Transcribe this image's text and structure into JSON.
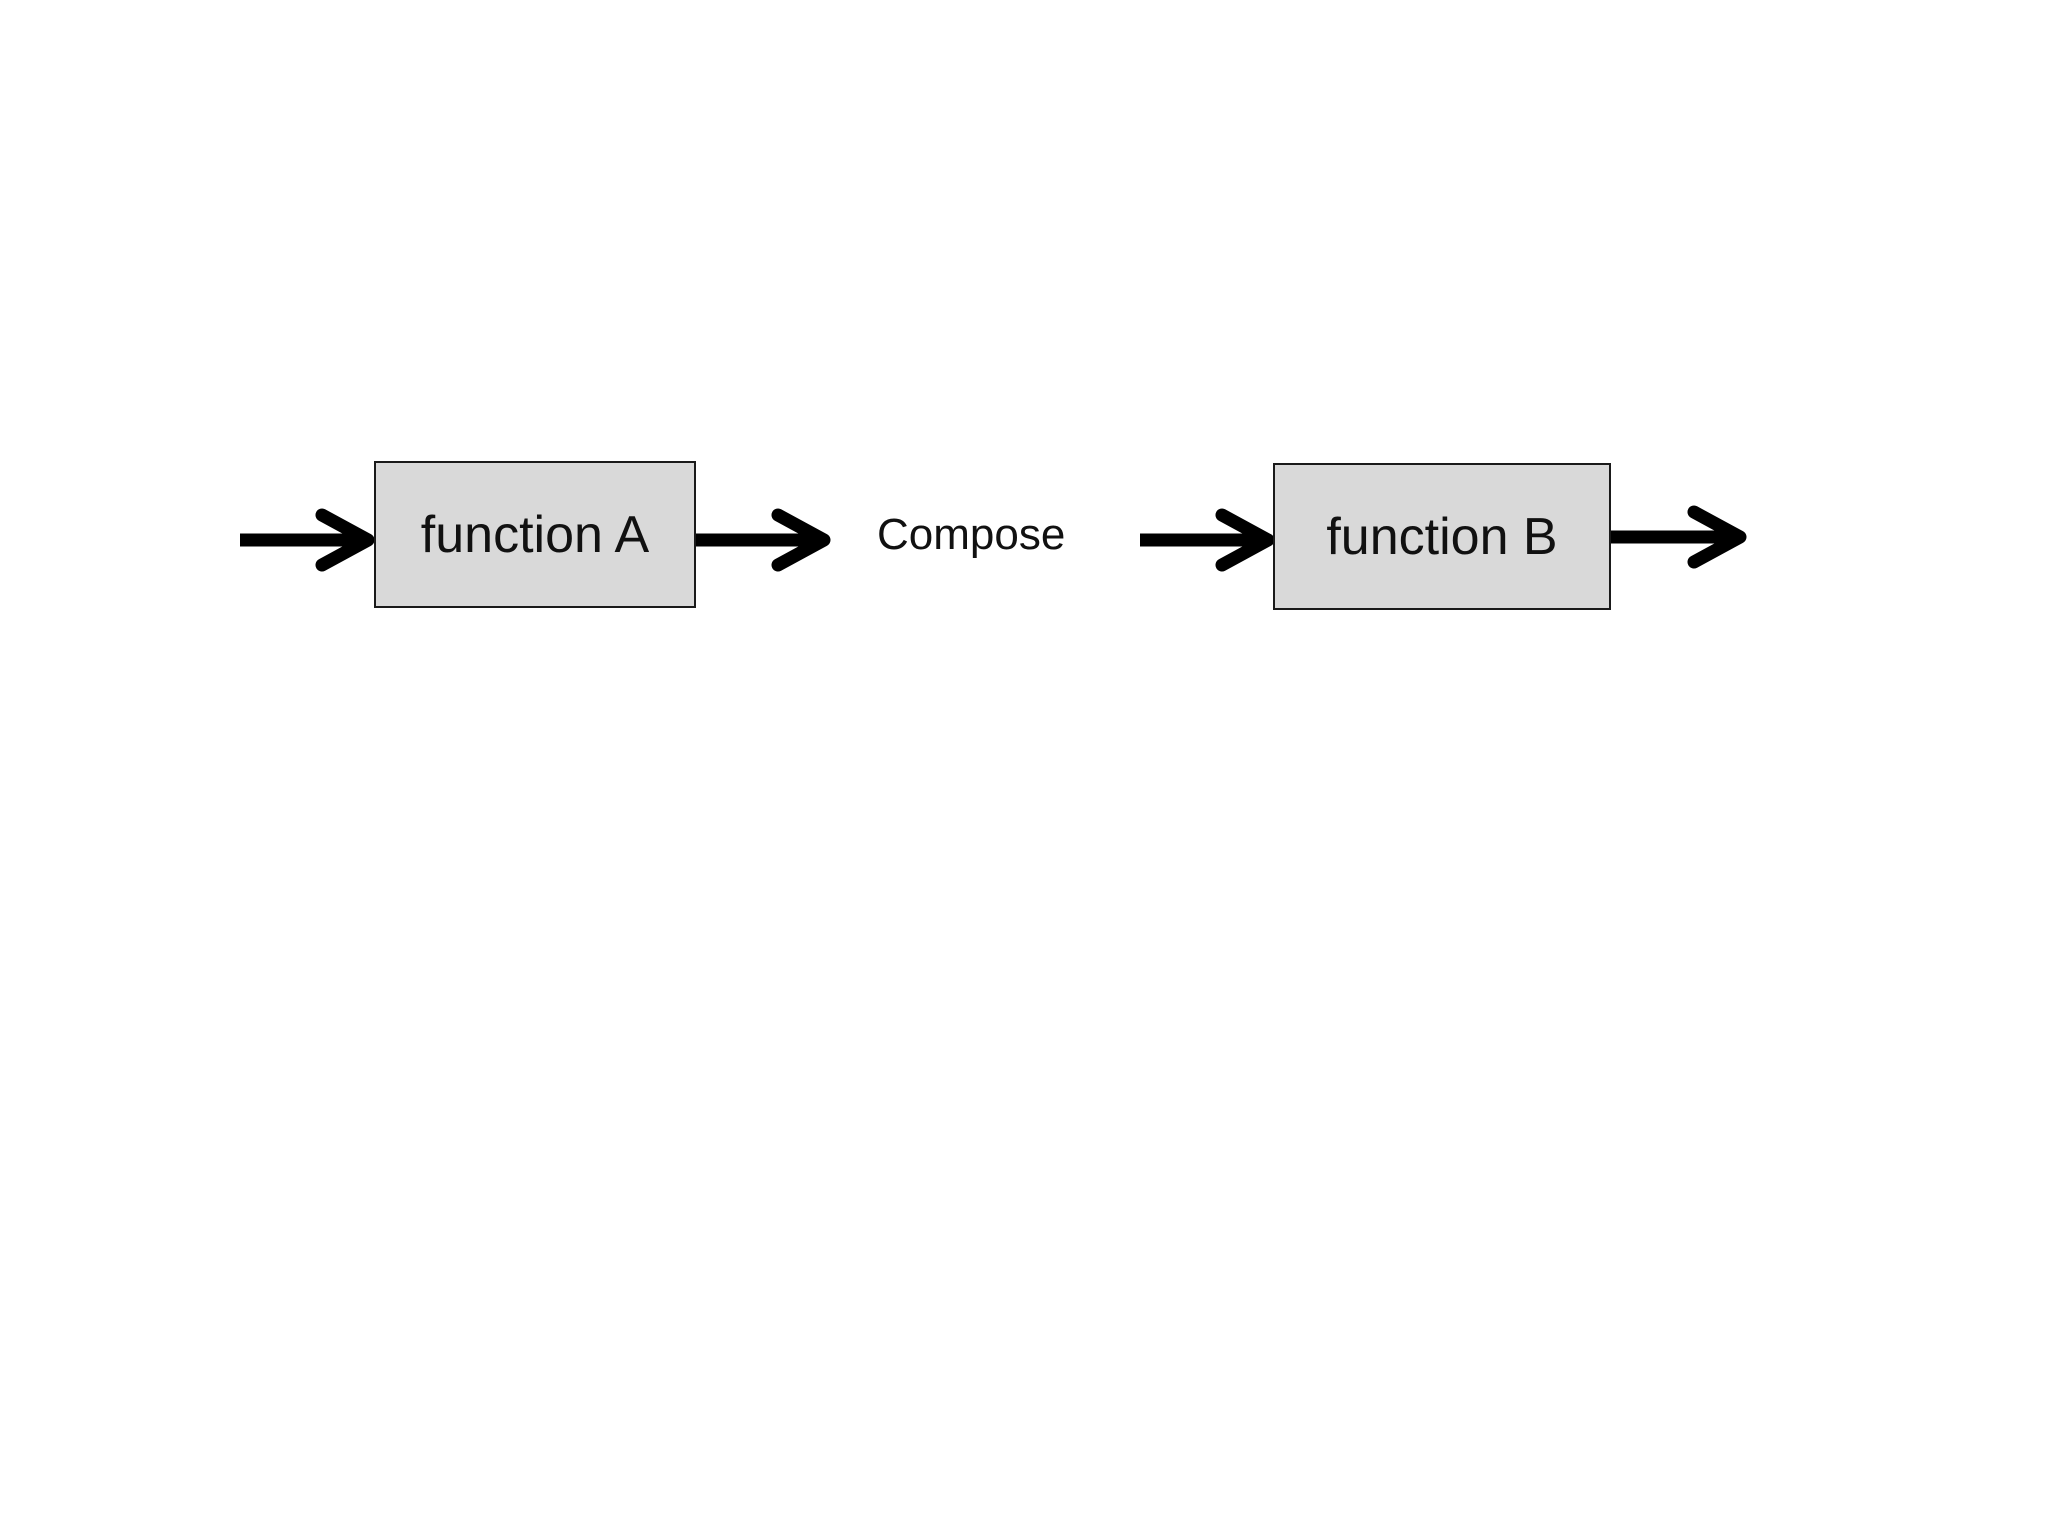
{
  "diagram": {
    "nodes": [
      {
        "id": "function-a",
        "label": "function A",
        "fill": "#d9d9d9"
      },
      {
        "id": "function-b",
        "label": "function B",
        "fill": "#d9d9d9"
      }
    ],
    "operator_label": "Compose",
    "arrows": [
      {
        "id": "input-a",
        "to": "function-a"
      },
      {
        "id": "output-a",
        "from": "function-a"
      },
      {
        "id": "input-b",
        "to": "function-b"
      },
      {
        "id": "output-b",
        "from": "function-b"
      }
    ],
    "colors": {
      "box_fill": "#d9d9d9",
      "box_border": "#1a1a1a",
      "arrow": "#000000",
      "background": "#ffffff"
    }
  }
}
